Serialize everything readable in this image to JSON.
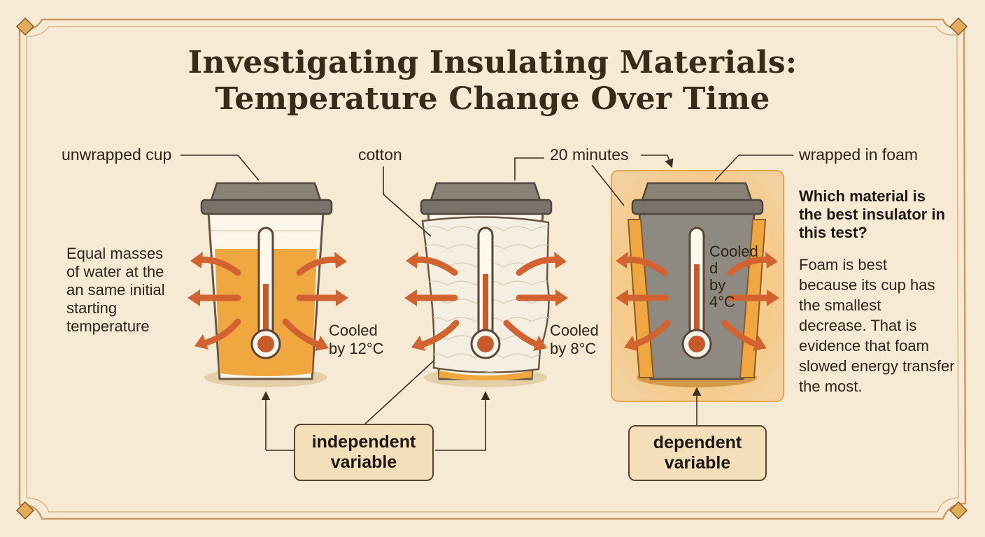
{
  "title": {
    "line1": "Investigating Insulating Materials:",
    "line2": "Temperature Change Over Time"
  },
  "cups": [
    {
      "label": "unwrapped cup",
      "result": "Cooled\nby 12°C",
      "cooled_by_c": 12
    },
    {
      "label": "cotton",
      "result": "Cooled\nby 8°C",
      "cooled_by_c": 8
    },
    {
      "label": "wrapped in foam",
      "result": "Cooled\nd\nby\n4°C",
      "cooled_by_c": 4
    }
  ],
  "time_label": "20 minutes",
  "left_note": "Equal masses\nof water at the\nan same initial\nstarting\ntemperature",
  "question": "Which material is\nthe best insulator in\nthis test?",
  "answer": "Foam is best\nbecause its cup has\nthe smallest\ndecrease. That is\nevidence that foam\nslowed energy transfer\nthe most.",
  "boxes": {
    "independent": "independent\nvariable",
    "dependent": "dependent\nvariable"
  },
  "colors": {
    "background": "#f6ead5",
    "border": "#c99b6a",
    "arrow": "#d2622f",
    "water": "#f0a740",
    "lid": "#7a7268",
    "foam_glow": "#f5b24e",
    "box_fill": "#f3dfb9"
  }
}
